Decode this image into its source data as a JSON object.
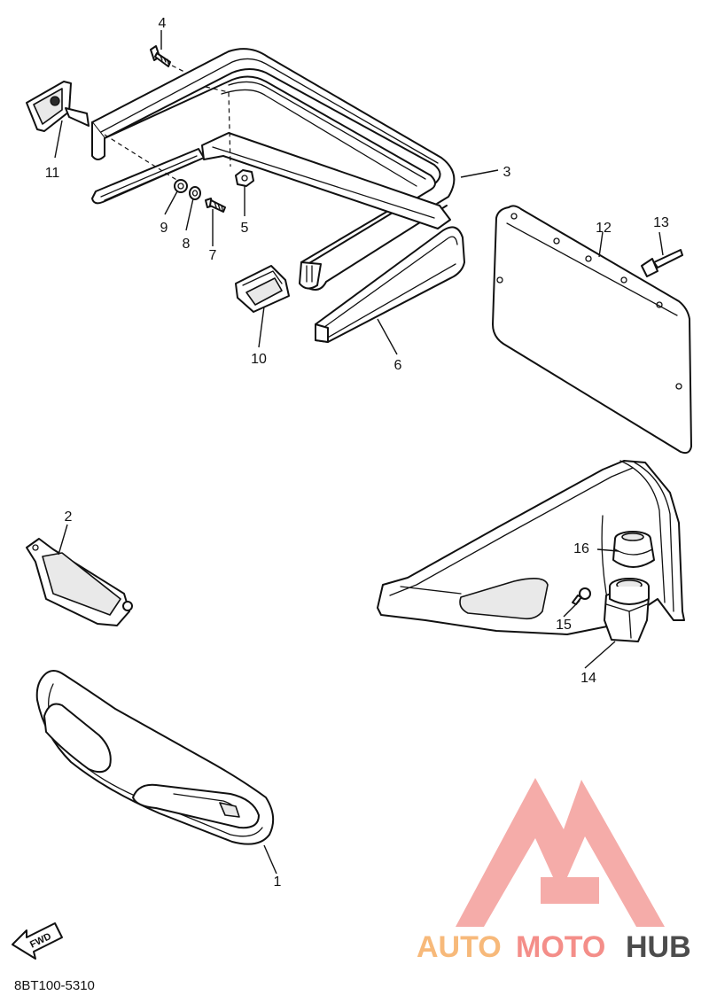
{
  "diagram": {
    "parts": [
      {
        "no": "1"
      },
      {
        "no": "2"
      },
      {
        "no": "3"
      },
      {
        "no": "4"
      },
      {
        "no": "5"
      },
      {
        "no": "6"
      },
      {
        "no": "7"
      },
      {
        "no": "8"
      },
      {
        "no": "9"
      },
      {
        "no": "10"
      },
      {
        "no": "11"
      },
      {
        "no": "12"
      },
      {
        "no": "13"
      },
      {
        "no": "14"
      },
      {
        "no": "15"
      },
      {
        "no": "16"
      }
    ],
    "code": "8BT100-5310",
    "fwd_label": "FWD"
  },
  "watermark": {
    "brand_part1": "AUTO",
    "brand_part2": "MOTO",
    "brand_part3": "HUB",
    "colors": {
      "auto": "#f7b97a",
      "moto": "#f48e89",
      "hub": "#4c4c4c",
      "logo": "#f4a3a0"
    }
  }
}
